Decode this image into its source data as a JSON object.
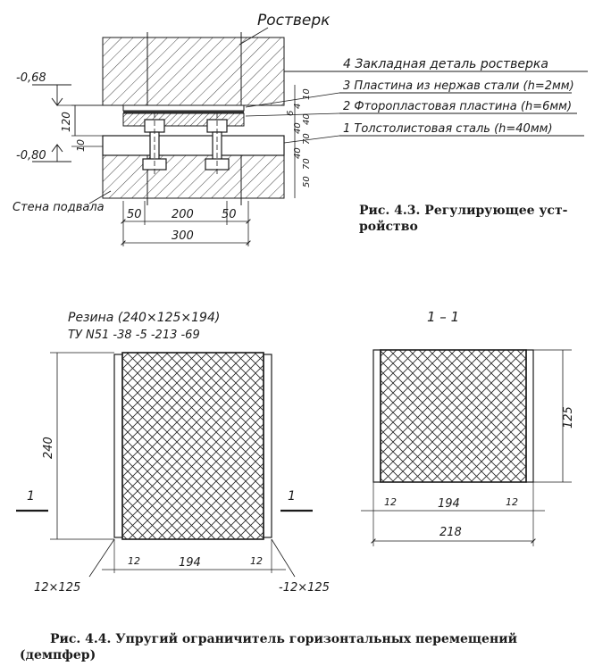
{
  "fig43": {
    "title_label": "Ростверк",
    "wall_label": "Стена подвала",
    "levels": [
      "-0,68",
      "-0,80"
    ],
    "callouts": [
      "4 Закладная деталь ростверка",
      "3 Пластина из нержав стали (h=2мм)",
      "2 Фторопластовая пластина (h=6мм)",
      "1 Толстолистовая сталь (h=40мм)"
    ],
    "dims_bottom": [
      "50",
      "200",
      "50"
    ],
    "dim_total": "300",
    "dim_left": [
      "120",
      "10"
    ],
    "dims_right": [
      "10",
      "4",
      "6",
      "40",
      "40",
      "70",
      "40",
      "70",
      "50"
    ],
    "caption_line1": "Рис. 4.3. Регулирующее уст-",
    "caption_line2": "ройство"
  },
  "fig44": {
    "rubber_label": "Резина (240×125×194)",
    "spec_label": "ТУ N51 -38 -5 -213 -69",
    "height_dim": "240",
    "cut_mark": "1",
    "section_label": "1 – 1",
    "plates_left": "12×125",
    "plates_right": "-12×125",
    "dims_bottom": [
      "12",
      "194",
      "12"
    ],
    "section_height": "125",
    "section_dims": [
      "12",
      "194",
      "12"
    ],
    "section_total": "218",
    "caption_line1": "Рис. 4.4. Упругий ограничитель горизонтальных перемещений",
    "caption_line2": "(демпфер)"
  }
}
